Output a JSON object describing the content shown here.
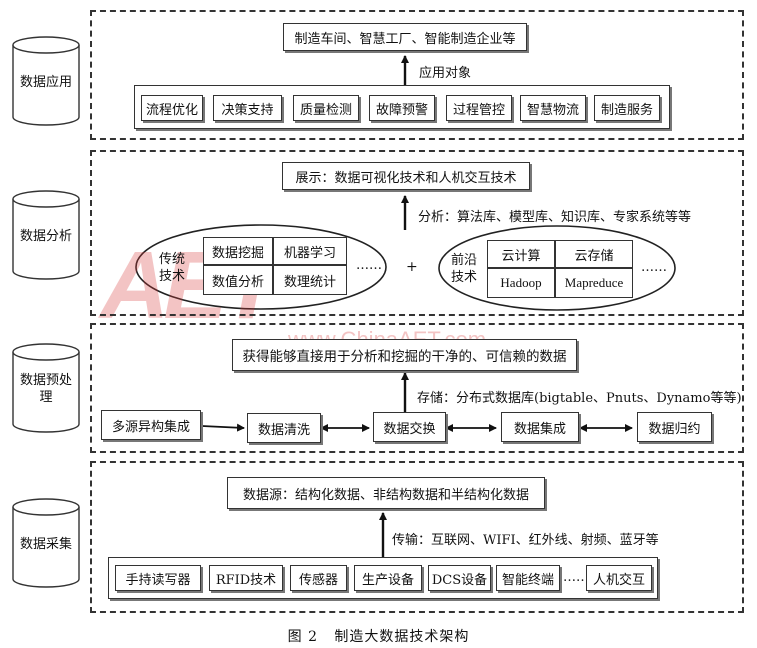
{
  "figure": {
    "caption": "图 2   制造大数据技术架构",
    "watermark_logo": "AET",
    "watermark_site": "www.ChinaAET.com"
  },
  "layers": {
    "application": {
      "label": "数据应用",
      "top_box": "制造车间、智慧工厂、智能制造企业等",
      "arrow_label": "应用对象",
      "items": [
        "流程优化",
        "决策支持",
        "质量检测",
        "故障预警",
        "过程管控",
        "智慧物流",
        "制造服务"
      ]
    },
    "analysis": {
      "label": "数据分析",
      "top_box": "展示：数据可视化技术和人机交互技术",
      "arrow_label": "分析：算法库、模型库、知识库、专家系统等等",
      "traditional": {
        "label": "传统技术",
        "cells": [
          "数据挖掘",
          "机器学习",
          "数值分析",
          "数理统计"
        ],
        "more": "……"
      },
      "plus": "+",
      "frontier": {
        "label": "前沿技术",
        "cells": [
          "云计算",
          "云存储",
          "Hadoop",
          "Mapreduce"
        ],
        "more": "……"
      }
    },
    "preprocess": {
      "label": "数据预处理",
      "top_box": "获得能够直接用于分析和挖掘的干净的、可信赖的数据",
      "arrow_label": "存储：分布式数据库(bigtable、Pnuts、Dynamo等等)",
      "chain": [
        "多源异构集成",
        "数据清洗",
        "数据交换",
        "数据集成",
        "数据归约"
      ]
    },
    "collection": {
      "label": "数据采集",
      "top_box": "数据源：结构化数据、非结构数据和半结构化数据",
      "arrow_label": "传输：互联网、WIFI、红外线、射频、蓝牙等",
      "items": [
        "手持读写器",
        "RFID技术",
        "传感器",
        "生产设备",
        "DCS设备",
        "智能终端",
        "……",
        "人机交互"
      ]
    }
  }
}
